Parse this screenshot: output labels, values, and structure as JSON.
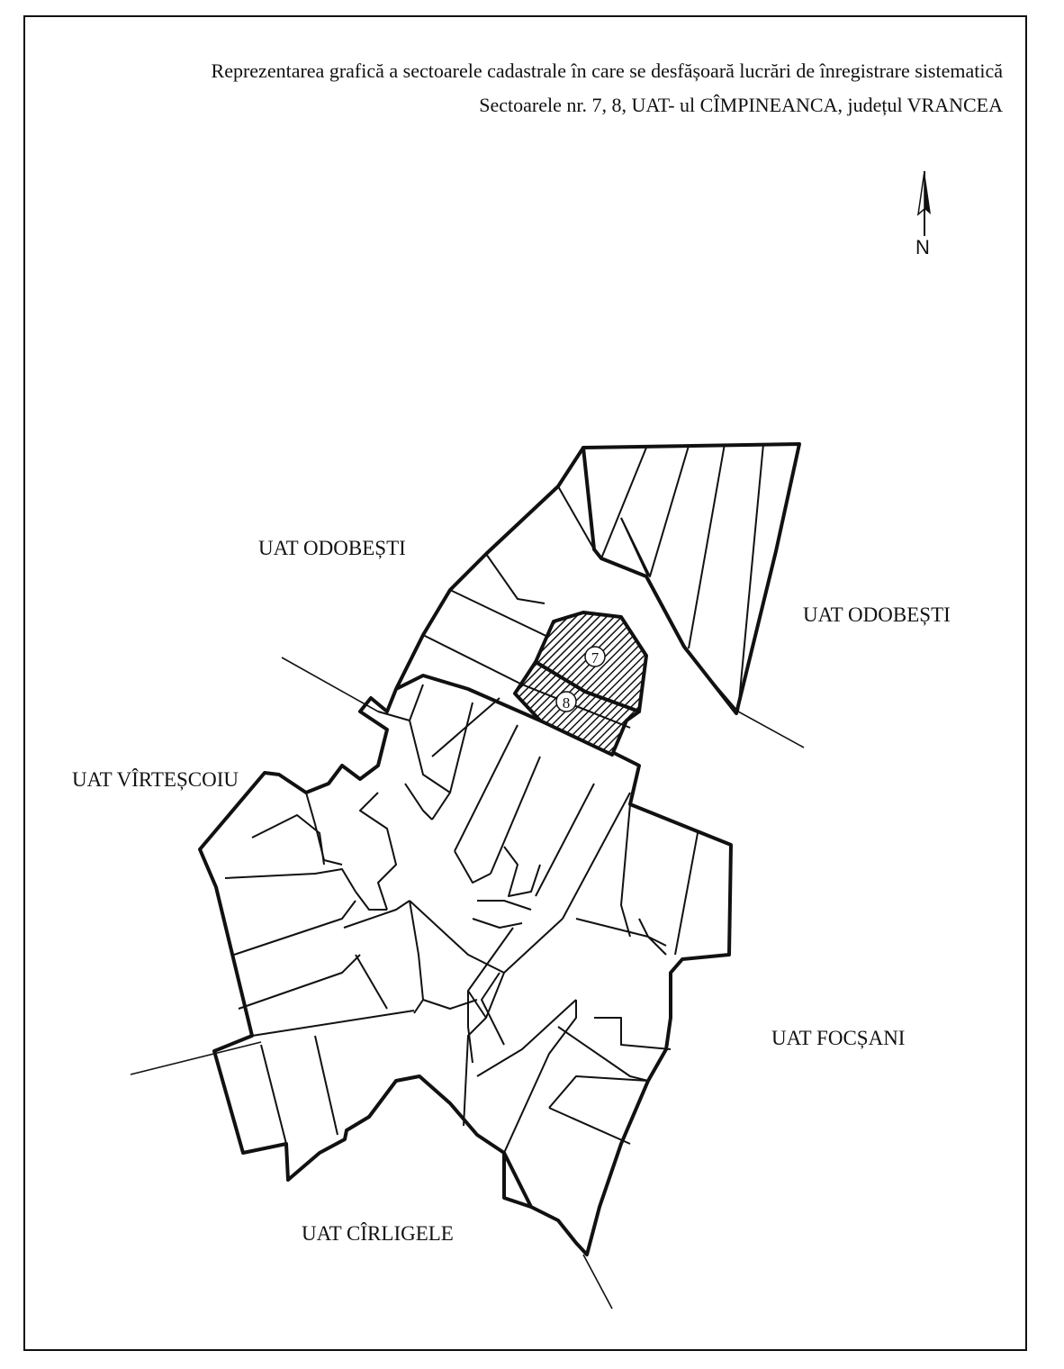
{
  "title": {
    "line1": "Reprezentarea grafică a sectoarele cadastrale în care  se desfășoară lucrări de înregistrare sistematică",
    "line2": "Sectoarele nr. 7, 8, UAT- ul  CÎMPINEANCA, județul VRANCEA"
  },
  "north_arrow": {
    "label": "N",
    "icon": "north-arrow-icon"
  },
  "neighbors": {
    "odobesti_west": "UAT ODOBEȘTI",
    "odobesti_east": "UAT ODOBEȘTI",
    "virtescoiu": "UAT VÎRTEȘCOIU",
    "focsani": "UAT FOCȘANI",
    "cirligele": "UAT CÎRLIGELE"
  },
  "sectors": [
    {
      "number": "7",
      "highlighted": true
    },
    {
      "number": "8",
      "highlighted": true
    }
  ],
  "colors": {
    "ink": "#111111",
    "background": "#ffffff"
  }
}
